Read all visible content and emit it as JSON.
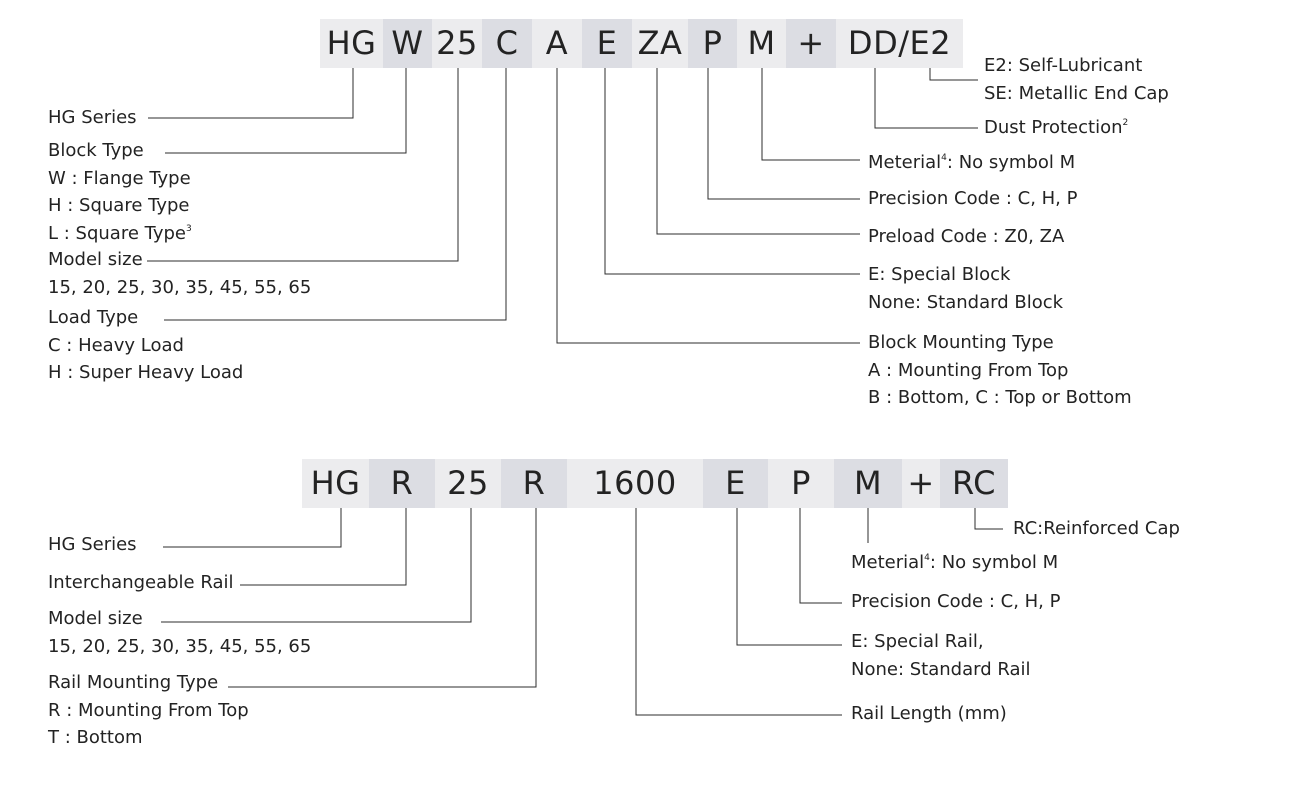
{
  "block_code": {
    "segments": [
      "HG",
      "W",
      "25",
      "C",
      "A",
      "E",
      "ZA",
      "P",
      "M",
      "+",
      "DD/E2"
    ],
    "labels": {
      "hg_series": "HG Series",
      "block_type": {
        "title": "Block  Type",
        "w": "W : Flange  Type",
        "h": "H : Square Type",
        "l": "L : Square Type",
        "l_note": "3"
      },
      "model_size": {
        "title": "Model size",
        "values": "15, 20, 25, 30, 35, 45, 55, 65"
      },
      "load_type": {
        "title": "Load Type",
        "c": "C : Heavy Load",
        "h": "H : Super Heavy Load"
      },
      "lubricant": {
        "e2": "E2: Self-Lubricant",
        "se": "SE: Metallic End Cap"
      },
      "dust": {
        "text": "Dust Protection",
        "note": "2"
      },
      "material": {
        "prefix": "Meterial",
        "note": "4",
        "suffix": ": No symbol M"
      },
      "precision": "Precision Code : C, H, P",
      "preload": "Preload Code : Z0, ZA",
      "special": {
        "e": "E: Special Block",
        "none": "None: Standard Block"
      },
      "mounting": {
        "title": "Block Mounting Type",
        "a": "A : Mounting From Top",
        "b": "B : Bottom, C : Top or Bottom"
      }
    }
  },
  "rail_code": {
    "segments": [
      "HG",
      "R",
      "25",
      "R",
      "1600",
      "E",
      "P",
      "M",
      "+",
      "RC"
    ],
    "labels": {
      "hg_series": "HG Series",
      "rail": "Interchangeable Rail",
      "model_size": {
        "title": "Model size",
        "values": "15, 20, 25, 30, 35, 45, 55, 65"
      },
      "mounting": {
        "title": "Rail Mounting Type",
        "r": "R : Mounting From Top",
        "t": "T : Bottom"
      },
      "cap": "RC:Reinforced Cap",
      "material": {
        "prefix": "Meterial",
        "note": "4",
        "suffix": ": No symbol M"
      },
      "precision": "Precision Code : C, H, P",
      "special": {
        "e": "E: Special Rail,",
        "none": "None: Standard Rail"
      },
      "length": "Rail Length (mm)"
    }
  }
}
